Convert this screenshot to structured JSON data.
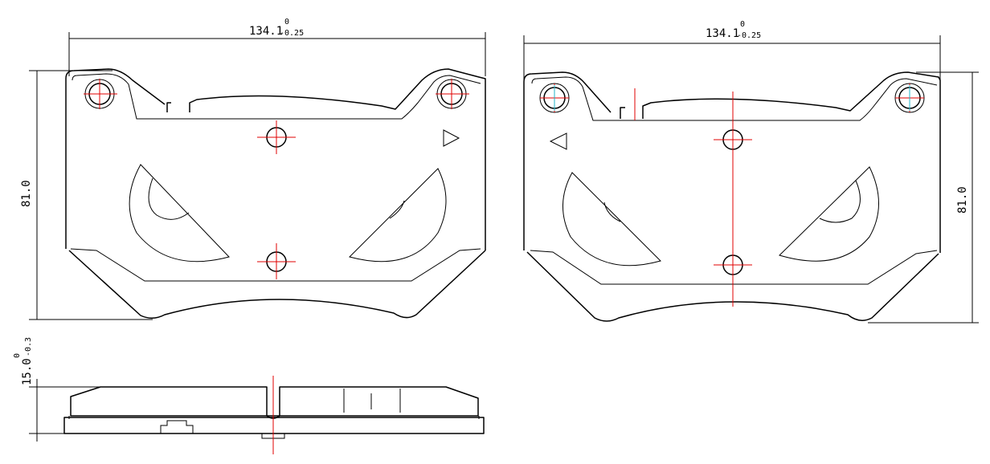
{
  "views": {
    "front_left": {
      "width_dim": {
        "nominal": "134.1",
        "upper_tol": "0",
        "lower_tol": "-0.25"
      },
      "height_dim": {
        "nominal": "81.0"
      }
    },
    "front_right": {
      "width_dim": {
        "nominal": "134.1",
        "upper_tol": "0",
        "lower_tol": "-0.25"
      },
      "height_dim": {
        "nominal": "81.0"
      }
    },
    "side": {
      "thickness_dim": {
        "nominal": "15.0",
        "upper_tol": "0",
        "lower_tol": "-0.3"
      }
    }
  },
  "colors": {
    "outline": "#000000",
    "centerline": "#e00000",
    "hidden": "#22b5c8"
  }
}
